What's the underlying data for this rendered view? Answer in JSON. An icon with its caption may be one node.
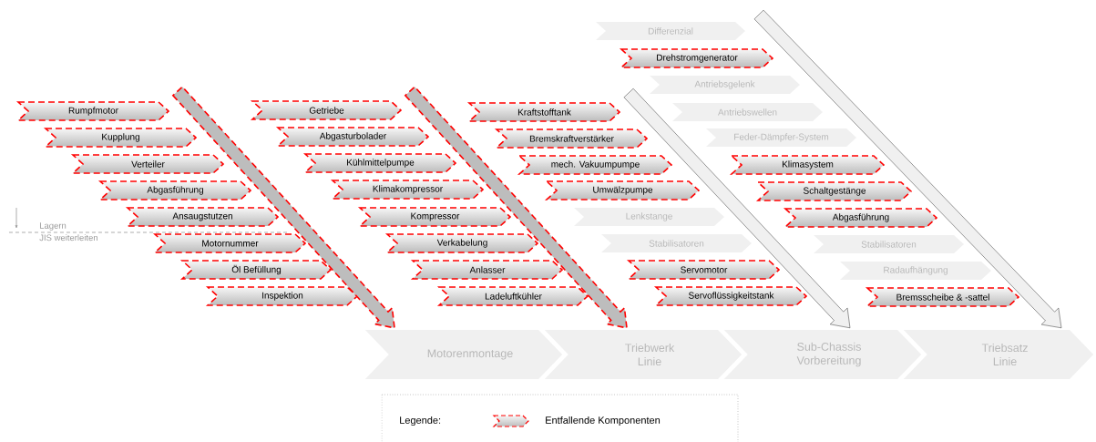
{
  "diagram": {
    "nodes": [
      {
        "text": [
          "Rumpfmotor"
        ]
      },
      {
        "text": [
          "Kupplung"
        ]
      },
      {
        "text": [
          "Verteiler"
        ]
      },
      {
        "text": [
          "Abgasführung"
        ]
      },
      {
        "text": [
          "Ansaugstutzen"
        ]
      },
      {
        "text": [
          "Motornummer"
        ]
      },
      {
        "text": [
          "Öl Befüllung"
        ]
      },
      {
        "text": [
          "Inspektion"
        ]
      },
      {
        "text": [
          "Getriebe"
        ]
      },
      {
        "text": [
          "Abgasturbolader"
        ]
      },
      {
        "text": [
          "Kühlmittelpumpe"
        ]
      },
      {
        "text": [
          "Klimakompressor"
        ]
      },
      {
        "text": [
          "Kompressor"
        ]
      },
      {
        "text": [
          "Verkabelung"
        ]
      },
      {
        "text": [
          "Anlasser"
        ]
      },
      {
        "text": [
          "Ladeluftkühler"
        ]
      },
      {
        "text": [
          "Kraftstofftank"
        ]
      },
      {
        "text": [
          "Bremskraftverstärker"
        ]
      },
      {
        "text": [
          "mech. Vakuumpumpe"
        ]
      },
      {
        "text": [
          "Umwälzpumpe"
        ]
      },
      {
        "text": [
          "Lenkstange"
        ]
      },
      {
        "text": [
          "Stabilisatoren"
        ]
      },
      {
        "text": [
          "Servomotor"
        ]
      },
      {
        "text": [
          "Servoflüssigkeitstank"
        ]
      },
      {
        "text": [
          "Differenzial"
        ]
      },
      {
        "text": [
          "Drehstromgenerator"
        ]
      },
      {
        "text": [
          "Antriebsgelenk"
        ]
      },
      {
        "text": [
          "Antriebswellen"
        ]
      },
      {
        "text": [
          "Feder-Dämpfer-System"
        ]
      },
      {
        "text": [
          "Klimasystem"
        ]
      },
      {
        "text": [
          "Schaltgestänge"
        ]
      },
      {
        "text": [
          "Abgasführung"
        ]
      },
      {
        "text": [
          "Stabilisatoren"
        ]
      },
      {
        "text": [
          "Radaufhängung"
        ]
      },
      {
        "text": [
          "Bremsscheibe & -sattel"
        ]
      },
      {
        "text": [
          "Motorenmontage"
        ]
      },
      {
        "text": [
          "Triebwerk Linie"
        ]
      },
      {
        "text": [
          "Sub-Chassis Vorbereitung"
        ]
      },
      {
        "text": [
          "Triebsatz Linie"
        ]
      }
    ],
    "edges": [
      {
        "from": null,
        "to": 35,
        "arrow": "to",
        "style": "dashed"
      },
      {
        "from": null,
        "to": 36,
        "arrow": "to",
        "style": "dashed"
      },
      {
        "from": null,
        "to": 37,
        "arrow": "to"
      },
      {
        "from": null,
        "to": 38,
        "arrow": "to"
      }
    ],
    "labels": [
      "Lagern",
      "JIS weiterleiten",
      "Legende:"
    ],
    "legend": [
      {
        "text": "Entfallende Komponenten"
      }
    ]
  }
}
